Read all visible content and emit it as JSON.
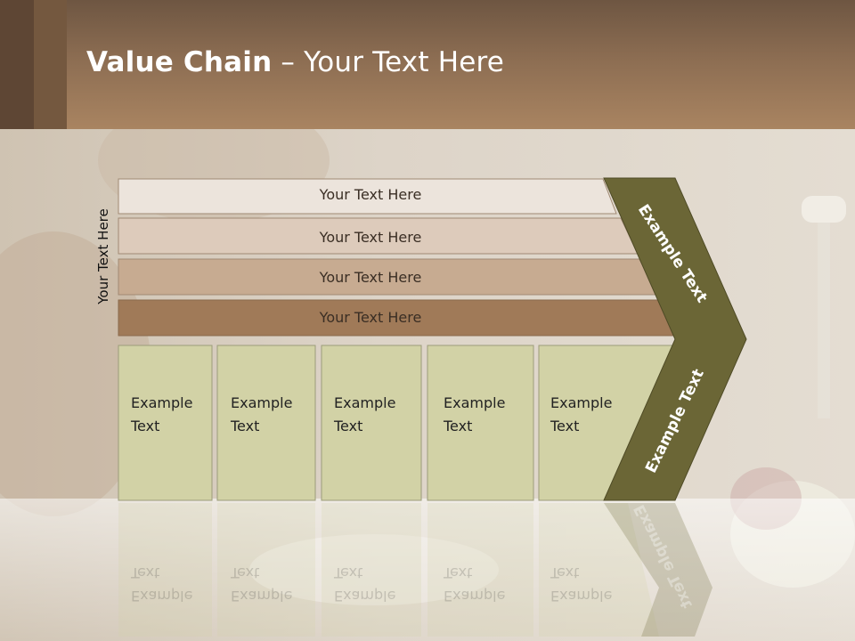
{
  "title": {
    "bold": "Value Chain",
    "rest": " – Your Text Here"
  },
  "side_label": "Your Text Here",
  "rows": [
    "Your Text Here",
    "Your Text Here",
    "Your Text Here",
    "Your Text Here"
  ],
  "columns": [
    "Example Text",
    "Example Text",
    "Example Text",
    "Example Text",
    "Example Text"
  ],
  "arrow_labels": {
    "upper": "Example Text",
    "lower": "Example Text"
  },
  "colors": {
    "row1": "#ece4dc",
    "row2": "#ddcbbb",
    "row3": "#c7ab91",
    "row4": "#a07a58",
    "column": "#d2d2a6",
    "arrow": "#6b6636"
  }
}
